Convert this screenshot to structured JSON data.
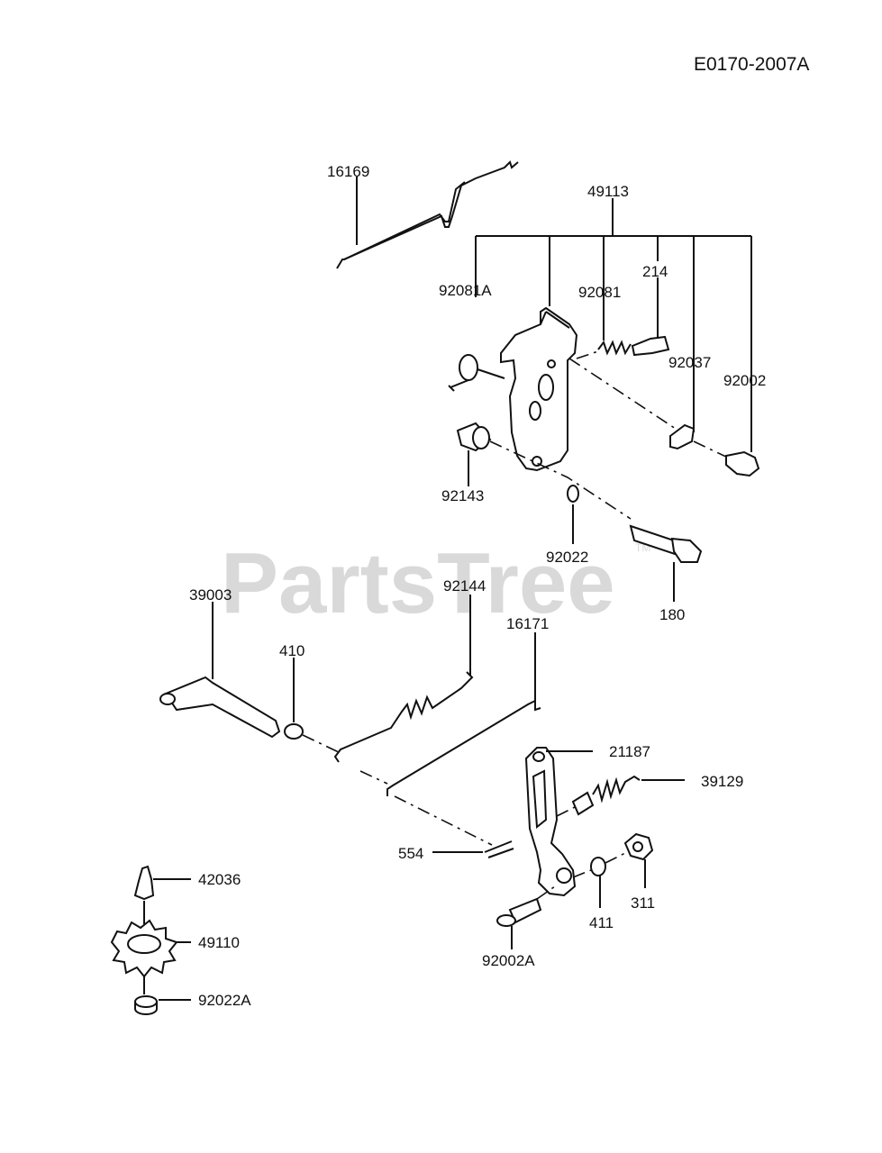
{
  "diagram_code": "E0170-2007A",
  "watermark": {
    "text": "PartsTree",
    "mark": "TM"
  },
  "parts": {
    "p16169": "16169",
    "p49113": "49113",
    "p92081A": "92081A",
    "p92081": "92081",
    "p214": "214",
    "p92037": "92037",
    "p92002": "92002",
    "p92143": "92143",
    "p92022": "92022",
    "p180": "180",
    "p39003": "39003",
    "p92144": "92144",
    "p16171": "16171",
    "p410": "410",
    "p21187": "21187",
    "p39129": "39129",
    "p554": "554",
    "p411": "411",
    "p311": "311",
    "p92002A": "92002A",
    "p42036": "42036",
    "p49110": "49110",
    "p92022A": "92022A"
  }
}
